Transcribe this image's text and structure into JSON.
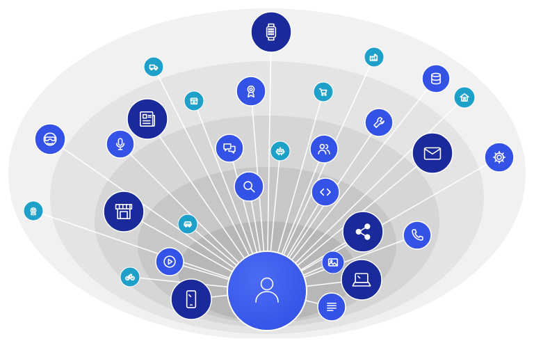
{
  "colors": {
    "ring_1": "#f1f1f1",
    "ring_2": "#e4e4e4",
    "ring_3": "#d6d6d6",
    "ring_4": "#c7c7c7",
    "ring_5": "#b7b7b7",
    "connector": "#ffffff",
    "navy": "#1b2a9a",
    "royal": "#3453e6",
    "teal": "#1fa0c9",
    "icon_stroke": "#ffffff"
  },
  "hub": {
    "icon": "user-icon",
    "color": "royal"
  },
  "nodes": [
    {
      "icon": "smartwatch-icon",
      "color": "navy"
    },
    {
      "icon": "delivery-truck-icon",
      "color": "teal"
    },
    {
      "icon": "factory-icon",
      "color": "teal"
    },
    {
      "icon": "award-badge-icon",
      "color": "royal"
    },
    {
      "icon": "shopping-cart-icon",
      "color": "teal"
    },
    {
      "icon": "store-icon",
      "color": "teal"
    },
    {
      "icon": "database-icon",
      "color": "royal"
    },
    {
      "icon": "newspaper-icon",
      "color": "navy"
    },
    {
      "icon": "home-network-icon",
      "color": "teal"
    },
    {
      "icon": "wrench-icon",
      "color": "royal"
    },
    {
      "icon": "vr-headset-icon",
      "color": "royal"
    },
    {
      "icon": "microphone-icon",
      "color": "royal"
    },
    {
      "icon": "chat-bubbles-icon",
      "color": "royal"
    },
    {
      "icon": "robot-icon",
      "color": "teal"
    },
    {
      "icon": "users-icon",
      "color": "royal"
    },
    {
      "icon": "mail-icon",
      "color": "navy"
    },
    {
      "icon": "gear-icon",
      "color": "royal"
    },
    {
      "icon": "search-icon",
      "color": "royal"
    },
    {
      "icon": "code-icon",
      "color": "royal"
    },
    {
      "icon": "storefront-icon",
      "color": "navy"
    },
    {
      "icon": "security-camera-icon",
      "color": "teal"
    },
    {
      "icon": "car-icon",
      "color": "teal"
    },
    {
      "icon": "share-icon",
      "color": "navy"
    },
    {
      "icon": "phone-icon",
      "color": "royal"
    },
    {
      "icon": "play-icon",
      "color": "royal"
    },
    {
      "icon": "image-icon",
      "color": "royal"
    },
    {
      "icon": "bicycle-icon",
      "color": "teal"
    },
    {
      "icon": "laptop-icon",
      "color": "navy"
    },
    {
      "icon": "smartphone-icon",
      "color": "navy"
    },
    {
      "icon": "document-text-icon",
      "color": "royal"
    }
  ]
}
